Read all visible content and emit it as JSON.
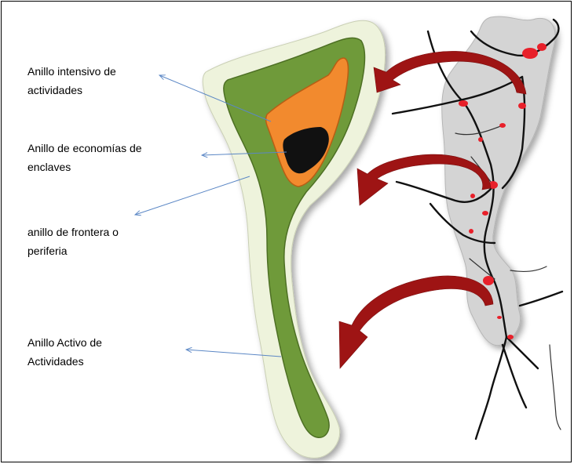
{
  "labels": [
    {
      "line1": "Anillo intensivo de",
      "line2": "actividades"
    },
    {
      "line1": "Anillo de economías de",
      "line2": "enclaves"
    },
    {
      "line1": "anillo de frontera o",
      "line2": "periferia"
    },
    {
      "line1": "Anillo Activo de",
      "line2": "Actividades"
    }
  ],
  "colors": {
    "outer_ring": "#eef3dc",
    "green_ring": "#6f9a3a",
    "orange_ring": "#f28a2e",
    "black_core": "#111111",
    "leader_line": "#5b87c5",
    "arrow": "#9e1414",
    "map_fill": "#d4d4d4",
    "roads": "#111111",
    "urban": "#e8202a"
  }
}
